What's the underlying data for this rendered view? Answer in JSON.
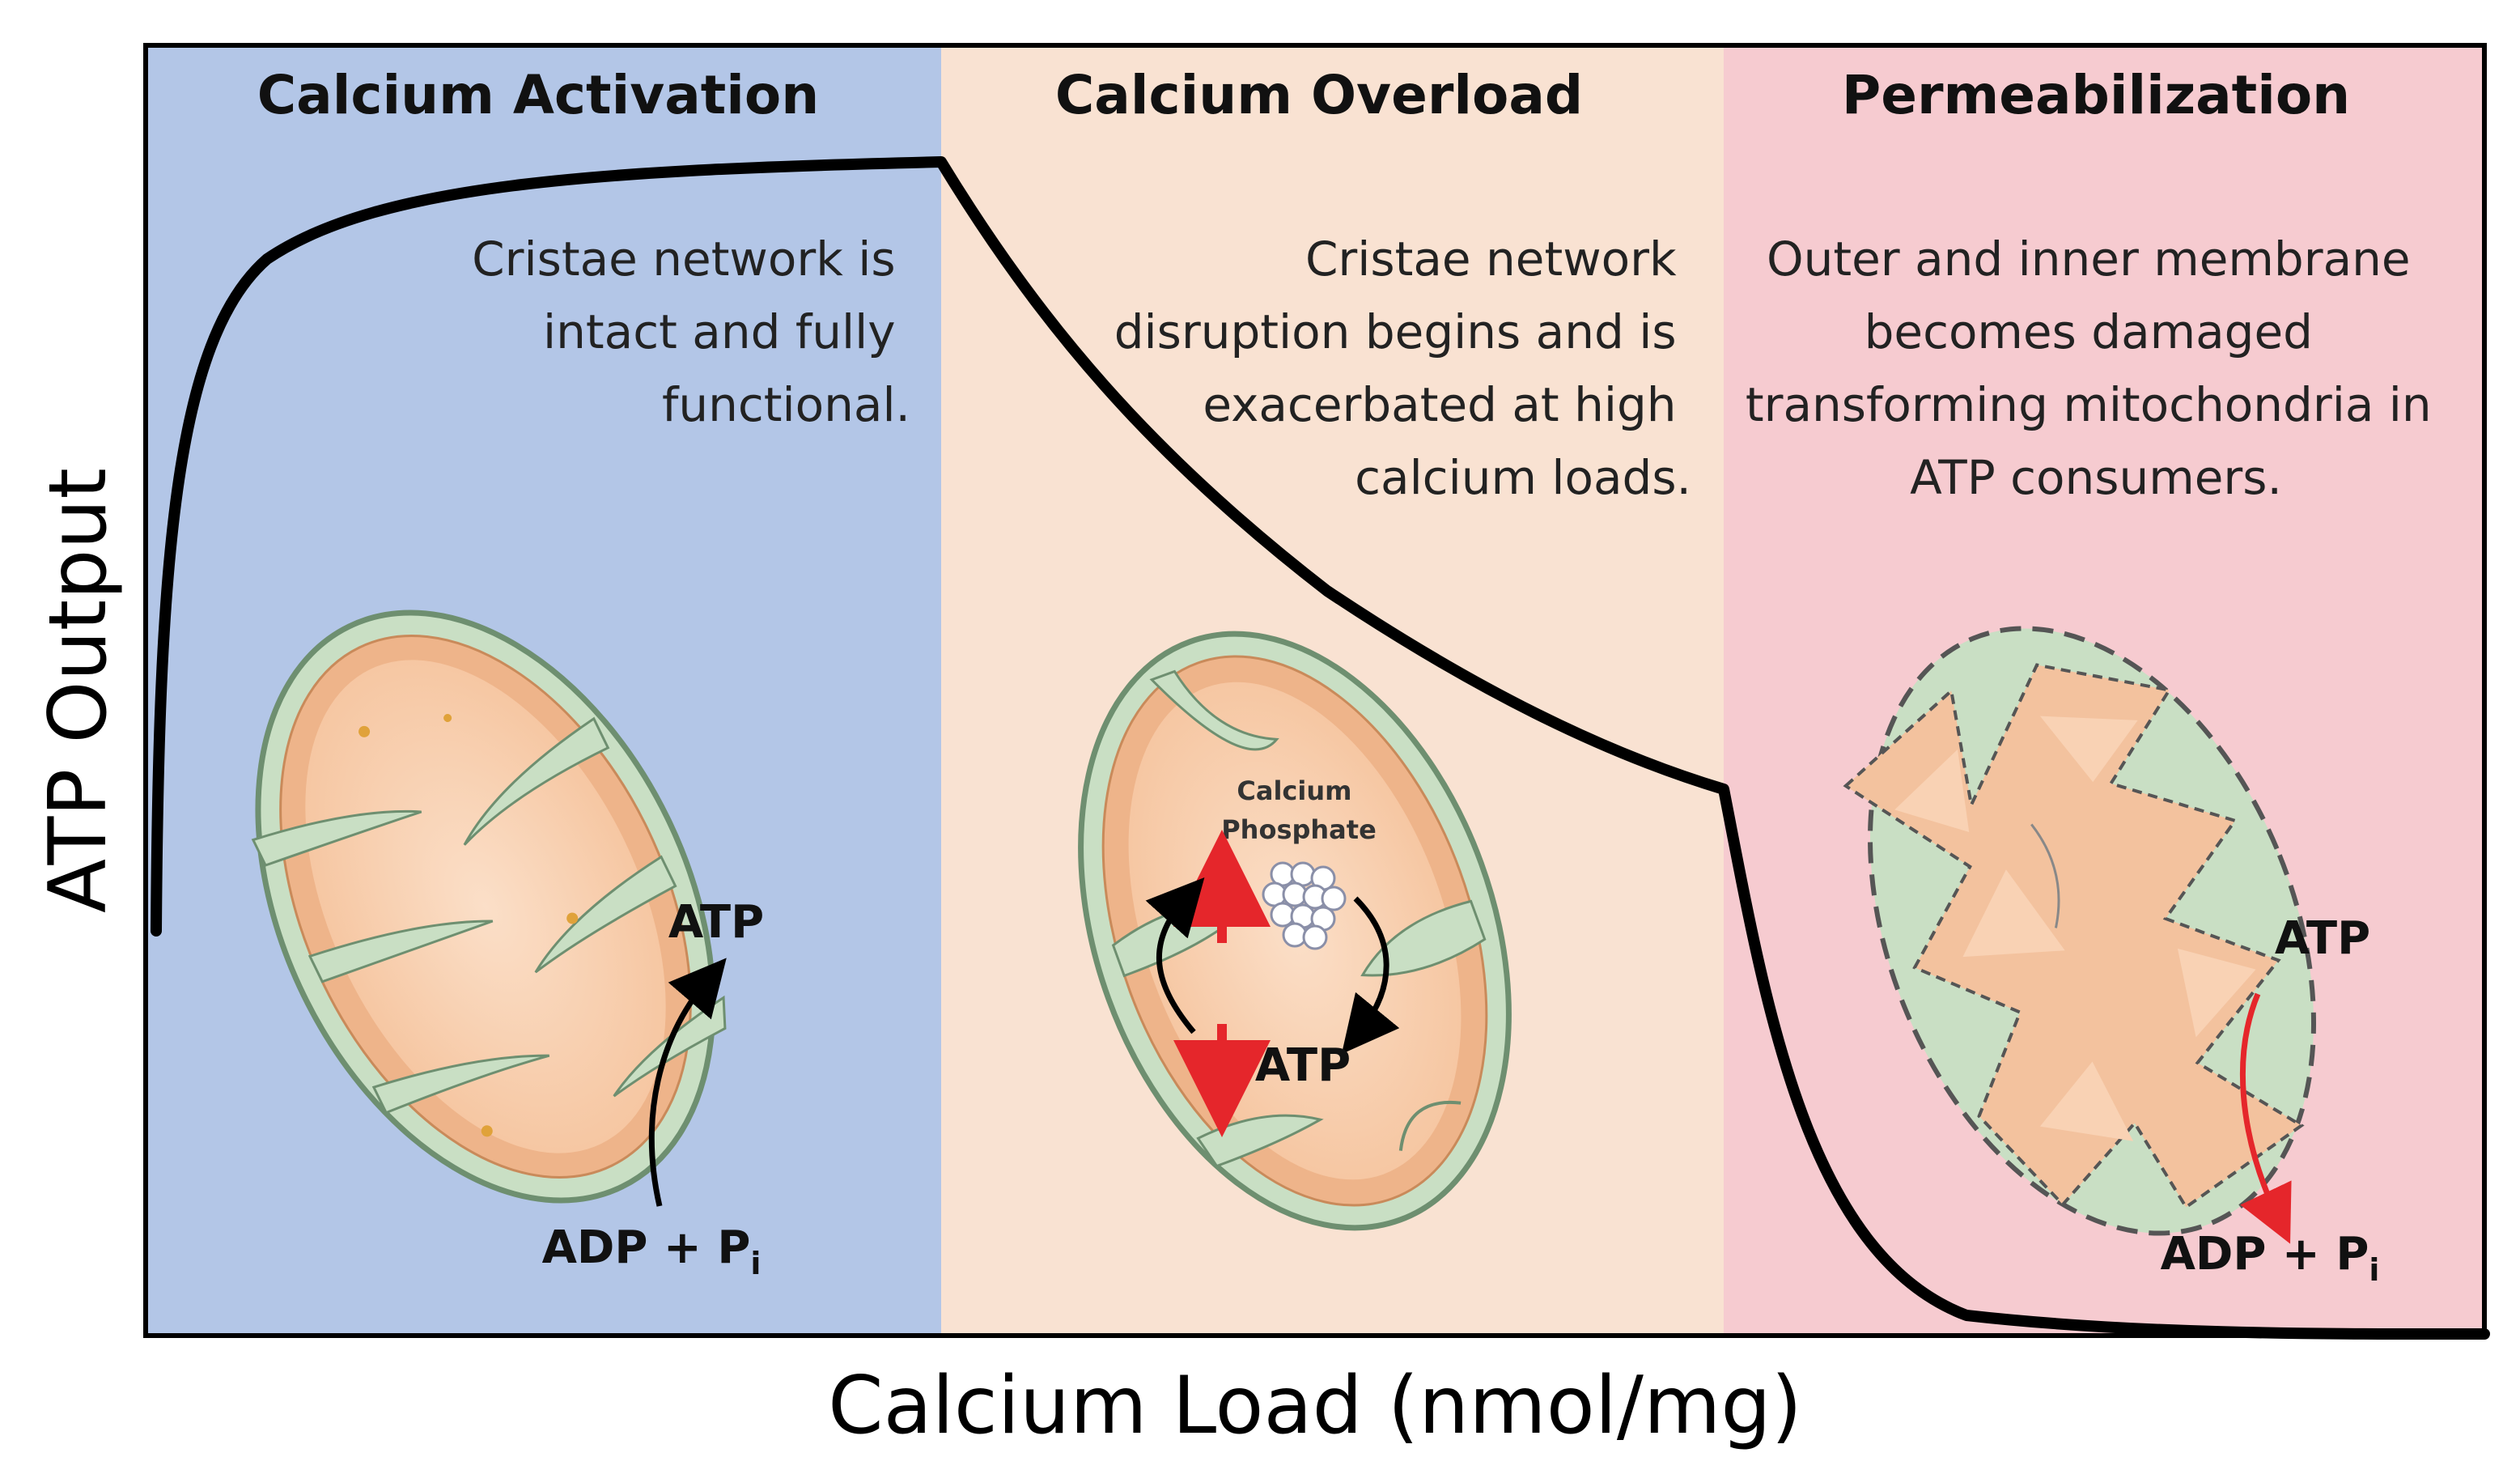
{
  "panels": [
    {
      "title": "Calcium Activation",
      "color": "#b3c6e7",
      "description": [
        "Cristae network is",
        "intact and fully",
        "functional."
      ]
    },
    {
      "title": "Calcium Overload",
      "color": "#f9e2d2",
      "description": [
        "Cristae network",
        "disruption begins and is",
        "exacerbated at high",
        "calcium loads."
      ]
    },
    {
      "title": "Permeabilization",
      "color": "#f6cbd0",
      "description": [
        "Outer and inner membrane",
        "becomes damaged",
        "transforming mitochondria in",
        "ATP consumers."
      ]
    }
  ],
  "axes": {
    "x_label": "Calcium Load (nmol/mg)",
    "y_label": "ATP Output"
  },
  "reactions": {
    "activation": {
      "product": "ATP",
      "substrate": "ADP + P",
      "substrate_sub": "i"
    },
    "overload": {
      "product": "ATP",
      "precipitate_line1": "Calcium",
      "precipitate_line2": "Phosphate"
    },
    "permeabilization": {
      "product": "ATP",
      "substrate": "ADP + P",
      "substrate_sub": "i"
    }
  },
  "icons": {
    "mitochondrion": "mitochondrion-icon",
    "crystal": "calcium-phosphate-crystal-icon",
    "arrow_up": "red-up-arrow-icon",
    "arrow_down": "red-down-arrow-icon"
  },
  "colors": {
    "outer_membrane": "#c9dfc4",
    "inner_membrane": "#eeb48a",
    "matrix": "#f9d2b4",
    "curve": "#000000",
    "consumer_arrow": "#e5262b"
  }
}
